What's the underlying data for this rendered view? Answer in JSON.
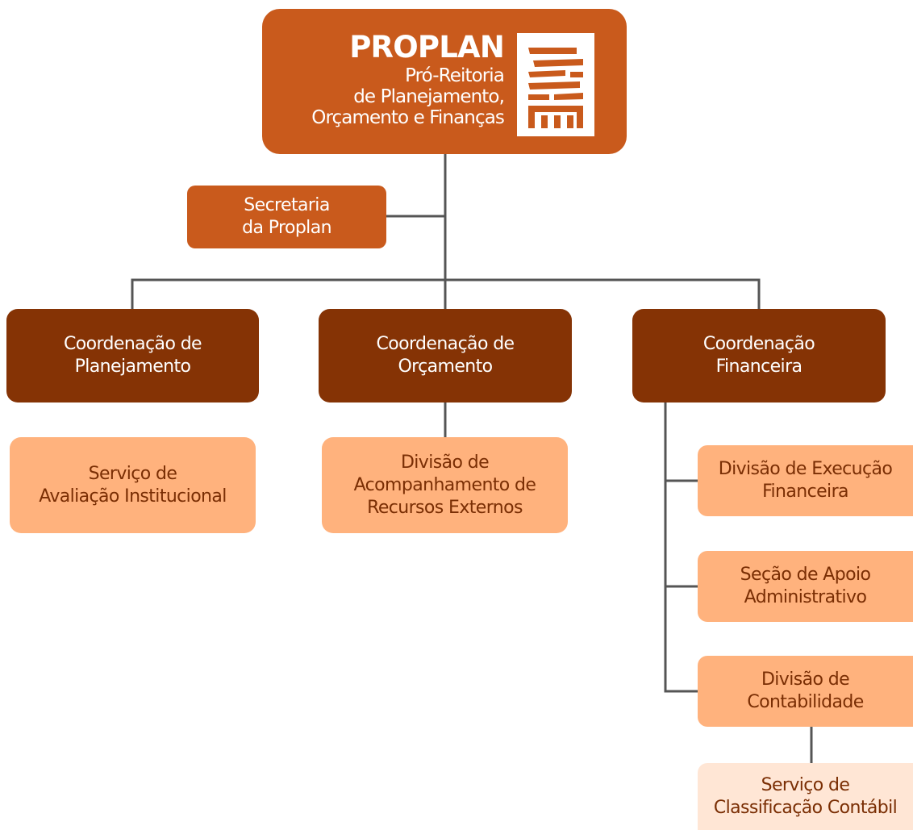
{
  "colors": {
    "level1": "#c95a1c",
    "level2": "#853305",
    "level3": "#ffb27d",
    "level4": "#ffe6d5",
    "connector": "#555555",
    "light_text": "#7a2e04"
  },
  "proplan": {
    "title": "PROPLAN",
    "subtitle_lines": [
      "Pró-Reitoria",
      "de Planejamento,",
      "Orçamento e Finanças"
    ],
    "logo_icon": "proplan-logo-icon"
  },
  "secretaria": {
    "lines": [
      "Secretaria",
      "da Proplan"
    ]
  },
  "coordenacoes": [
    {
      "lines": [
        "Coordenação de",
        "Planejamento"
      ]
    },
    {
      "lines": [
        "Coordenação de",
        "Orçamento"
      ]
    },
    {
      "lines": [
        "Coordenação",
        "Financeira"
      ]
    }
  ],
  "subunits": {
    "planejamento": [
      {
        "lines": [
          "Serviço de",
          "Avaliação Institucional"
        ]
      }
    ],
    "orcamento": [
      {
        "lines": [
          "Divisão de",
          "Acompanhamento de",
          "Recursos Externos"
        ]
      }
    ],
    "financeira": [
      {
        "lines": [
          "Divisão de Execução",
          "Financeira"
        ]
      },
      {
        "lines": [
          "Seção de Apoio",
          "Administrativo"
        ]
      },
      {
        "lines": [
          "Divisão de",
          "Contabilidade"
        ]
      }
    ],
    "contabilidade": [
      {
        "lines": [
          "Serviço de",
          "Classificação Contábil"
        ]
      }
    ]
  }
}
